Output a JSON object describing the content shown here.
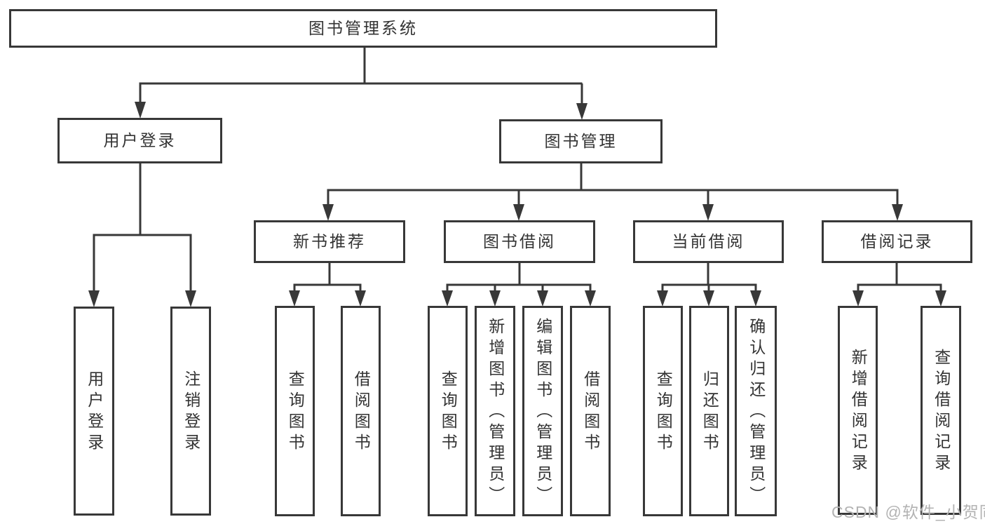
{
  "diagram": {
    "title": "图书管理系统",
    "line_color": "#383838",
    "box_background": "#ffffff",
    "text_color": "#333333",
    "branches": [
      {
        "label": "用户登录",
        "children": [
          {
            "label": "用户登录"
          },
          {
            "label": "注销登录"
          }
        ]
      },
      {
        "label": "图书管理",
        "children": [
          {
            "label": "新书推荐",
            "children": [
              {
                "label": "查询图书"
              },
              {
                "label": "借阅图书"
              }
            ]
          },
          {
            "label": "图书借阅",
            "children": [
              {
                "label": "查询图书"
              },
              {
                "label": "新增图书（管理员）"
              },
              {
                "label": "编辑图书（管理员）"
              },
              {
                "label": "借阅图书"
              }
            ]
          },
          {
            "label": "当前借阅",
            "children": [
              {
                "label": "查询图书"
              },
              {
                "label": "归还图书"
              },
              {
                "label": "确认归还（管理员）"
              }
            ]
          },
          {
            "label": "借阅记录",
            "children": [
              {
                "label": "新增借阅记录"
              },
              {
                "label": "查询借阅记录"
              }
            ]
          }
        ]
      }
    ]
  },
  "watermark": {
    "text": "CSDN @软件_小贺同学",
    "color": "#b3b3b3"
  }
}
